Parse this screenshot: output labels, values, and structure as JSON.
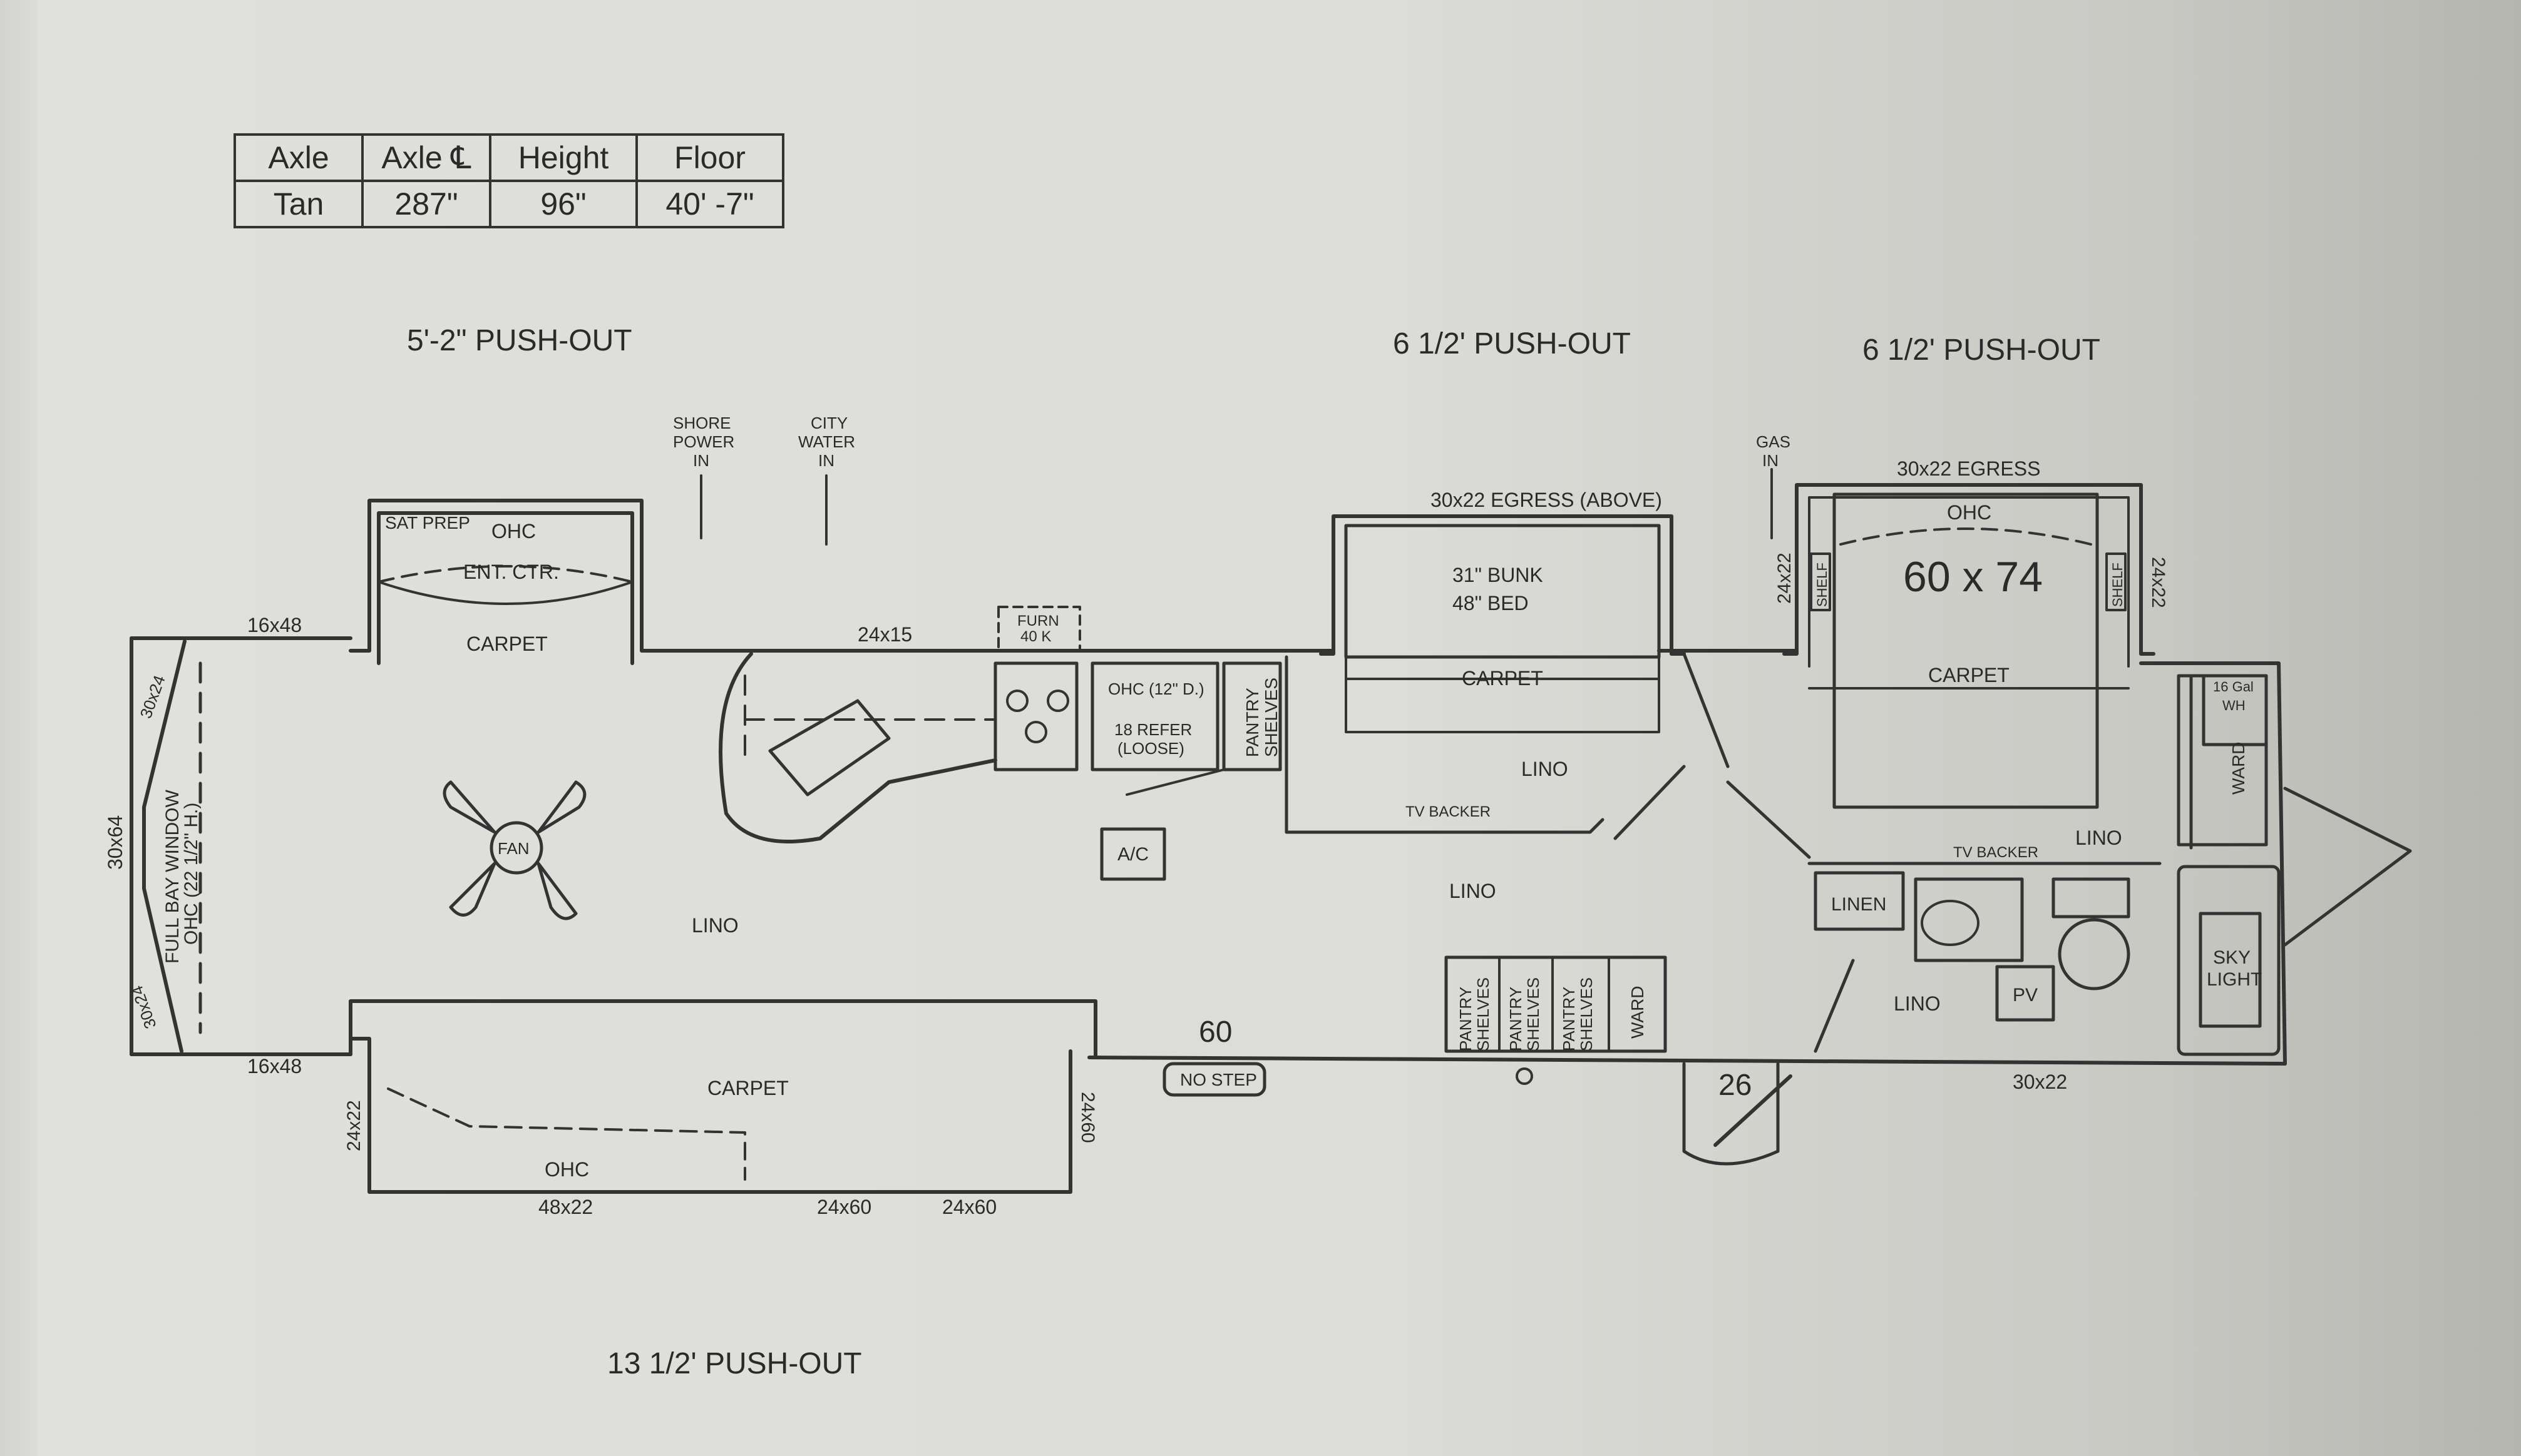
{
  "spec_table": {
    "headers": [
      "Axle",
      "Axle ℄",
      "Height",
      "Floor"
    ],
    "values": [
      "Tan",
      "287\"",
      "96\"",
      "40' -7\""
    ]
  },
  "pushouts": {
    "front_left": "5'-2\" PUSH-OUT",
    "middle_top": "6 1/2' PUSH-OUT",
    "bedroom_top": "6 1/2' PUSH-OUT",
    "bottom": "13 1/2' PUSH-OUT"
  },
  "hookups": {
    "shore_power": [
      "SHORE",
      "POWER",
      "IN"
    ],
    "city_water": [
      "CITY",
      "WATER",
      "IN"
    ],
    "gas": [
      "GAS",
      "IN"
    ]
  },
  "rooms": {
    "sat_prep": "SAT PREP",
    "ohc": "OHC",
    "ent_ctr": "ENT. CTR.",
    "carpet": "CARPET",
    "lino": "LINO",
    "furn": [
      "FURN",
      "40 K"
    ],
    "ohc_12": "OHC (12\" D.)",
    "refer": [
      "18 REFER",
      "(LOOSE)"
    ],
    "pantry": [
      "PANTRY",
      "SHELVES"
    ],
    "ac": "A/C",
    "fan": "FAN",
    "bunk": [
      "31\" BUNK",
      "48\" BED"
    ],
    "egress_above": "30x22 EGRESS (ABOVE)",
    "egress": "30x22 EGRESS",
    "tv_backer": "TV BACKER",
    "bed_size": "60 x 74",
    "shelf": "SHELF",
    "water_heater": [
      "16 Gal",
      "WH"
    ],
    "ward": "WARD",
    "linen": "LINEN",
    "pv": "PV",
    "sky_light": [
      "SKY",
      "LIGHT"
    ],
    "bay_window": [
      "FULL BAY WINDOW",
      "OHC (22 1/2\" H.)"
    ],
    "no_step": "NO STEP"
  },
  "dimensions": {
    "w16x48_top": "16x48",
    "w16x48_bottom": "16x48",
    "w24x15": "24x15",
    "w30x64": "30x64",
    "w30x24_top": "30x24",
    "w30x24_bottom": "30x24",
    "w24x22_bunk": "24x22",
    "w24x22_bed": "24x22",
    "w24x22_bottom": "24x22",
    "w24x60_side": "24x60",
    "w48x22": "48x22",
    "w24x60_a": "24x60",
    "w24x60_b": "24x60",
    "w30x22_rear": "30x22",
    "door_60": "60",
    "door_26": "26"
  }
}
